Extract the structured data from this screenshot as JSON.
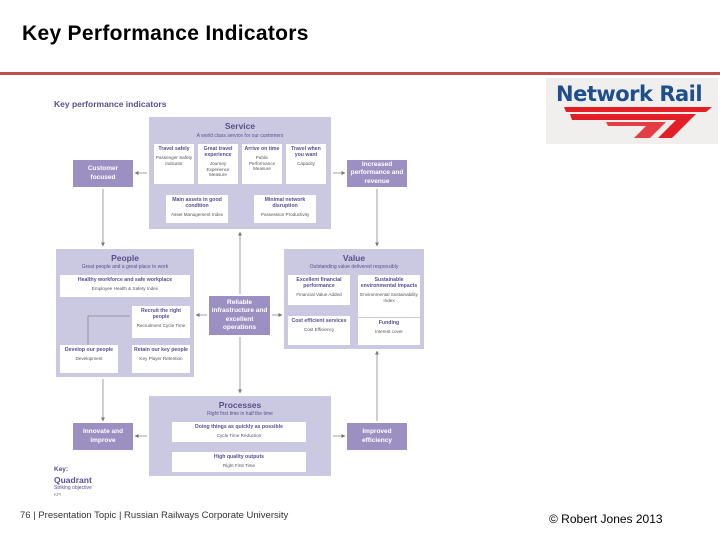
{
  "slide": {
    "title": "Key Performance Indicators"
  },
  "logo": {
    "text": "Network Rail",
    "accent_color": "#e21e26",
    "text_color": "#1f4e8c"
  },
  "diagram": {
    "title": "Key performance indicators",
    "service": {
      "title": "Service",
      "subtitle": "A world class service for our customers",
      "items": [
        {
          "title": "Travel safely",
          "kpi": "Passenger Safety Indicator"
        },
        {
          "title": "Great travel experience",
          "kpi": "Journey Experience Measure"
        },
        {
          "title": "Arrive on time",
          "kpi": "Public Performance Measure"
        },
        {
          "title": "Travel when you want",
          "kpi": "Capacity"
        },
        {
          "title": "Main assets in good condition",
          "kpi": "Asset Management Index"
        },
        {
          "title": "Minimal network disruption",
          "kpi": "Possession Productivity"
        }
      ]
    },
    "people": {
      "title": "People",
      "subtitle": "Great people and a great place to work",
      "items": [
        {
          "title": "Healthy workforce and safe workplace",
          "kpi": "Employee Health & Safety Index"
        },
        {
          "title": "Recruit the right people",
          "kpi": "Recruitment Cycle Time"
        },
        {
          "title": "Develop our people",
          "kpi": "Development"
        },
        {
          "title": "Retain our key people",
          "kpi": "Key Player Retention"
        }
      ]
    },
    "value": {
      "title": "Value",
      "subtitle": "Outstanding value delivered responsibly",
      "items": [
        {
          "title": "Excellent financial performance",
          "kpi": "Financial Value Added"
        },
        {
          "title": "Sustainable environmental impacts",
          "kpi": "Environmental Sustainability Index"
        },
        {
          "title": "Cost efficient services",
          "kpi": "Cost Efficiency"
        },
        {
          "title": "Funding",
          "kpi": "Interest cover"
        }
      ]
    },
    "processes": {
      "title": "Processes",
      "subtitle": "Right first time in half the time",
      "items": [
        {
          "title": "Doing things as quickly as possible",
          "kpi": "Cycle Time Reduction"
        },
        {
          "title": "High quality outputs",
          "kpi": "Right First Time"
        }
      ]
    },
    "drivers": {
      "customer_focused": "Customer focused",
      "increased_performance": "Increased performance and revenue",
      "reliable_infrastructure": "Reliable infrastructure and excellent operations",
      "innovate": "Innovate and improve",
      "improved_efficiency": "Improved efficiency"
    },
    "key": {
      "label": "Key:",
      "quadrant": "Quadrant",
      "objective": "Striking objective",
      "kpi": "KPI"
    }
  },
  "footer": {
    "left": "76 | Presentation Topic | Russian Railways Corporate University",
    "right": "© Robert Jones 2013"
  },
  "colors": {
    "title_rule": "#c0504d",
    "panel": "#cbc9e2",
    "driver_box": "#9c90c2",
    "heading": "#5a4d8f"
  }
}
